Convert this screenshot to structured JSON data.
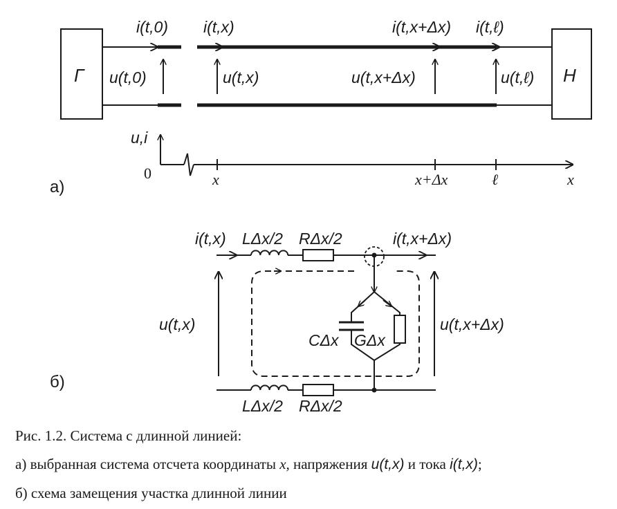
{
  "part_a": {
    "marker": "а)",
    "generator": "Г",
    "load": "Н",
    "currents": [
      "i(t,0)",
      "i(t,x)",
      "i(t,x+Δx)",
      "i(t,ℓ)"
    ],
    "voltages": [
      "u(t,0)",
      "u(t,x)",
      "u(t,x+Δx)",
      "u(t,ℓ)"
    ],
    "axis": {
      "y_label": "u,i",
      "origin": "0",
      "ticks": [
        "x",
        "x+Δx",
        "ℓ"
      ],
      "x_label": "x"
    }
  },
  "part_b": {
    "marker": "б)",
    "i_in": "i(t,x)",
    "i_out": "i(t,x+Δx)",
    "u_in": "u(t,x)",
    "u_out": "u(t,x+Δx)",
    "L_top": "LΔx/2",
    "R_top": "RΔx/2",
    "L_bottom": "LΔx/2",
    "R_bottom": "RΔx/2",
    "C": "CΔx",
    "G": "GΔx"
  },
  "caption": {
    "line1": "Рис. 1.2. Система с длинной линией:",
    "line2_pre": "а) выбранная система отсчета координаты",
    "line2_x": "x,",
    "line2_mid": "напряжения",
    "line2_u": "u(t,x)",
    "line2_and": "и тока",
    "line2_i": "i(t,x)",
    "line2_end": ";",
    "line3": "б) схема замещения участка длинной линии"
  }
}
